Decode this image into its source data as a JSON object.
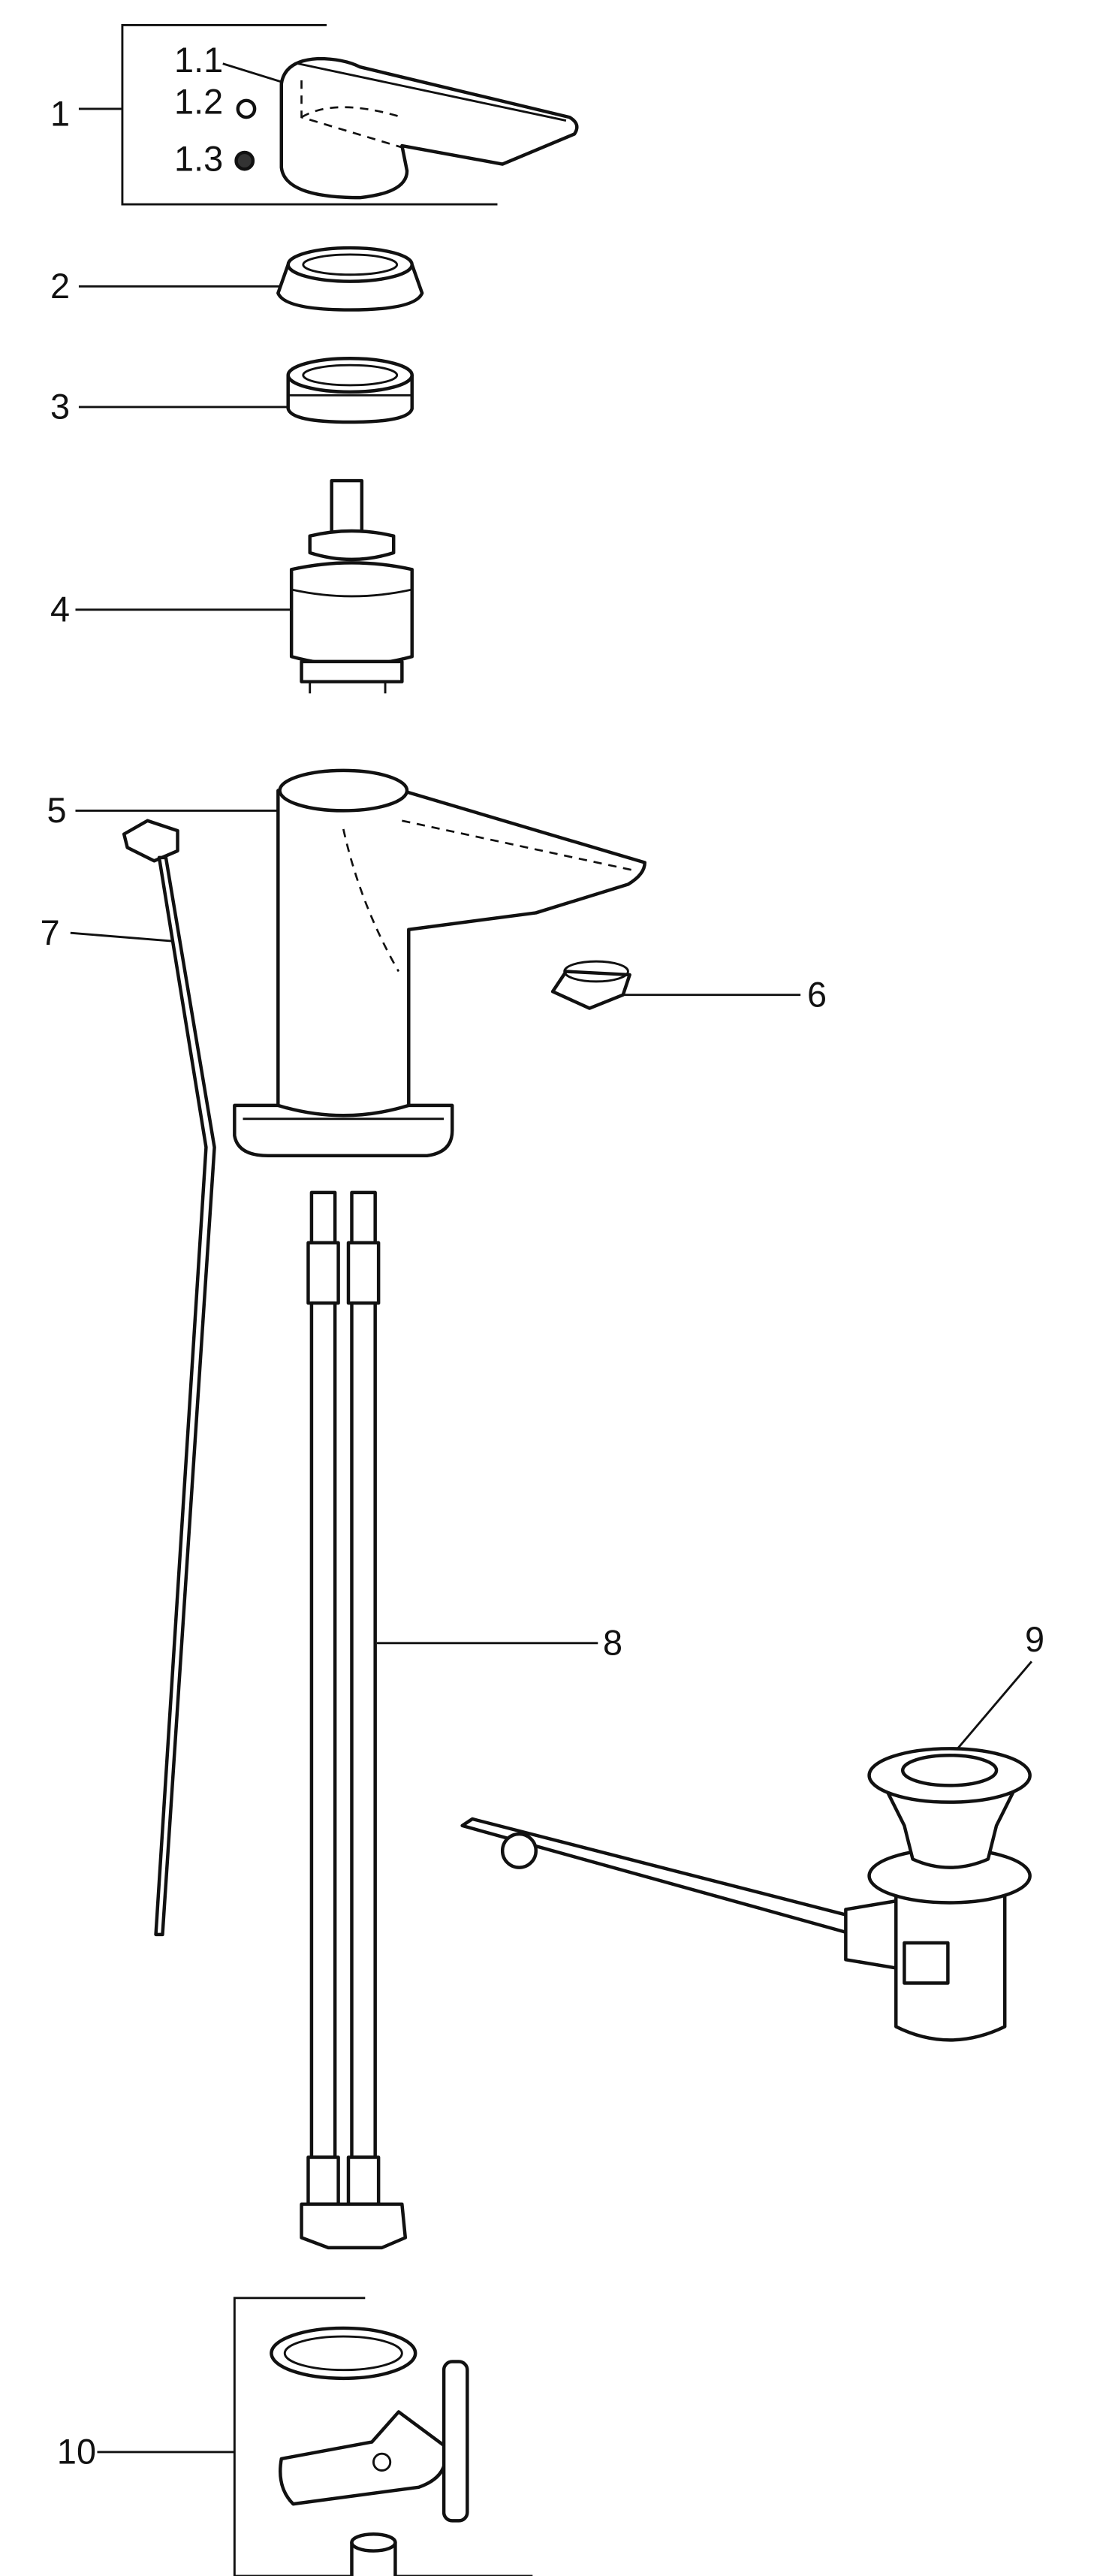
{
  "diagram": {
    "type": "exploded-parts-view",
    "labels": {
      "p1": "1",
      "p1_1": "1.1",
      "p1_2": "1.2",
      "p1_3": "1.3",
      "p2": "2",
      "p3": "3",
      "p4": "4",
      "p5": "5",
      "p6": "6",
      "p7": "7",
      "p8": "8",
      "p9": "9",
      "p10": "10"
    }
  }
}
